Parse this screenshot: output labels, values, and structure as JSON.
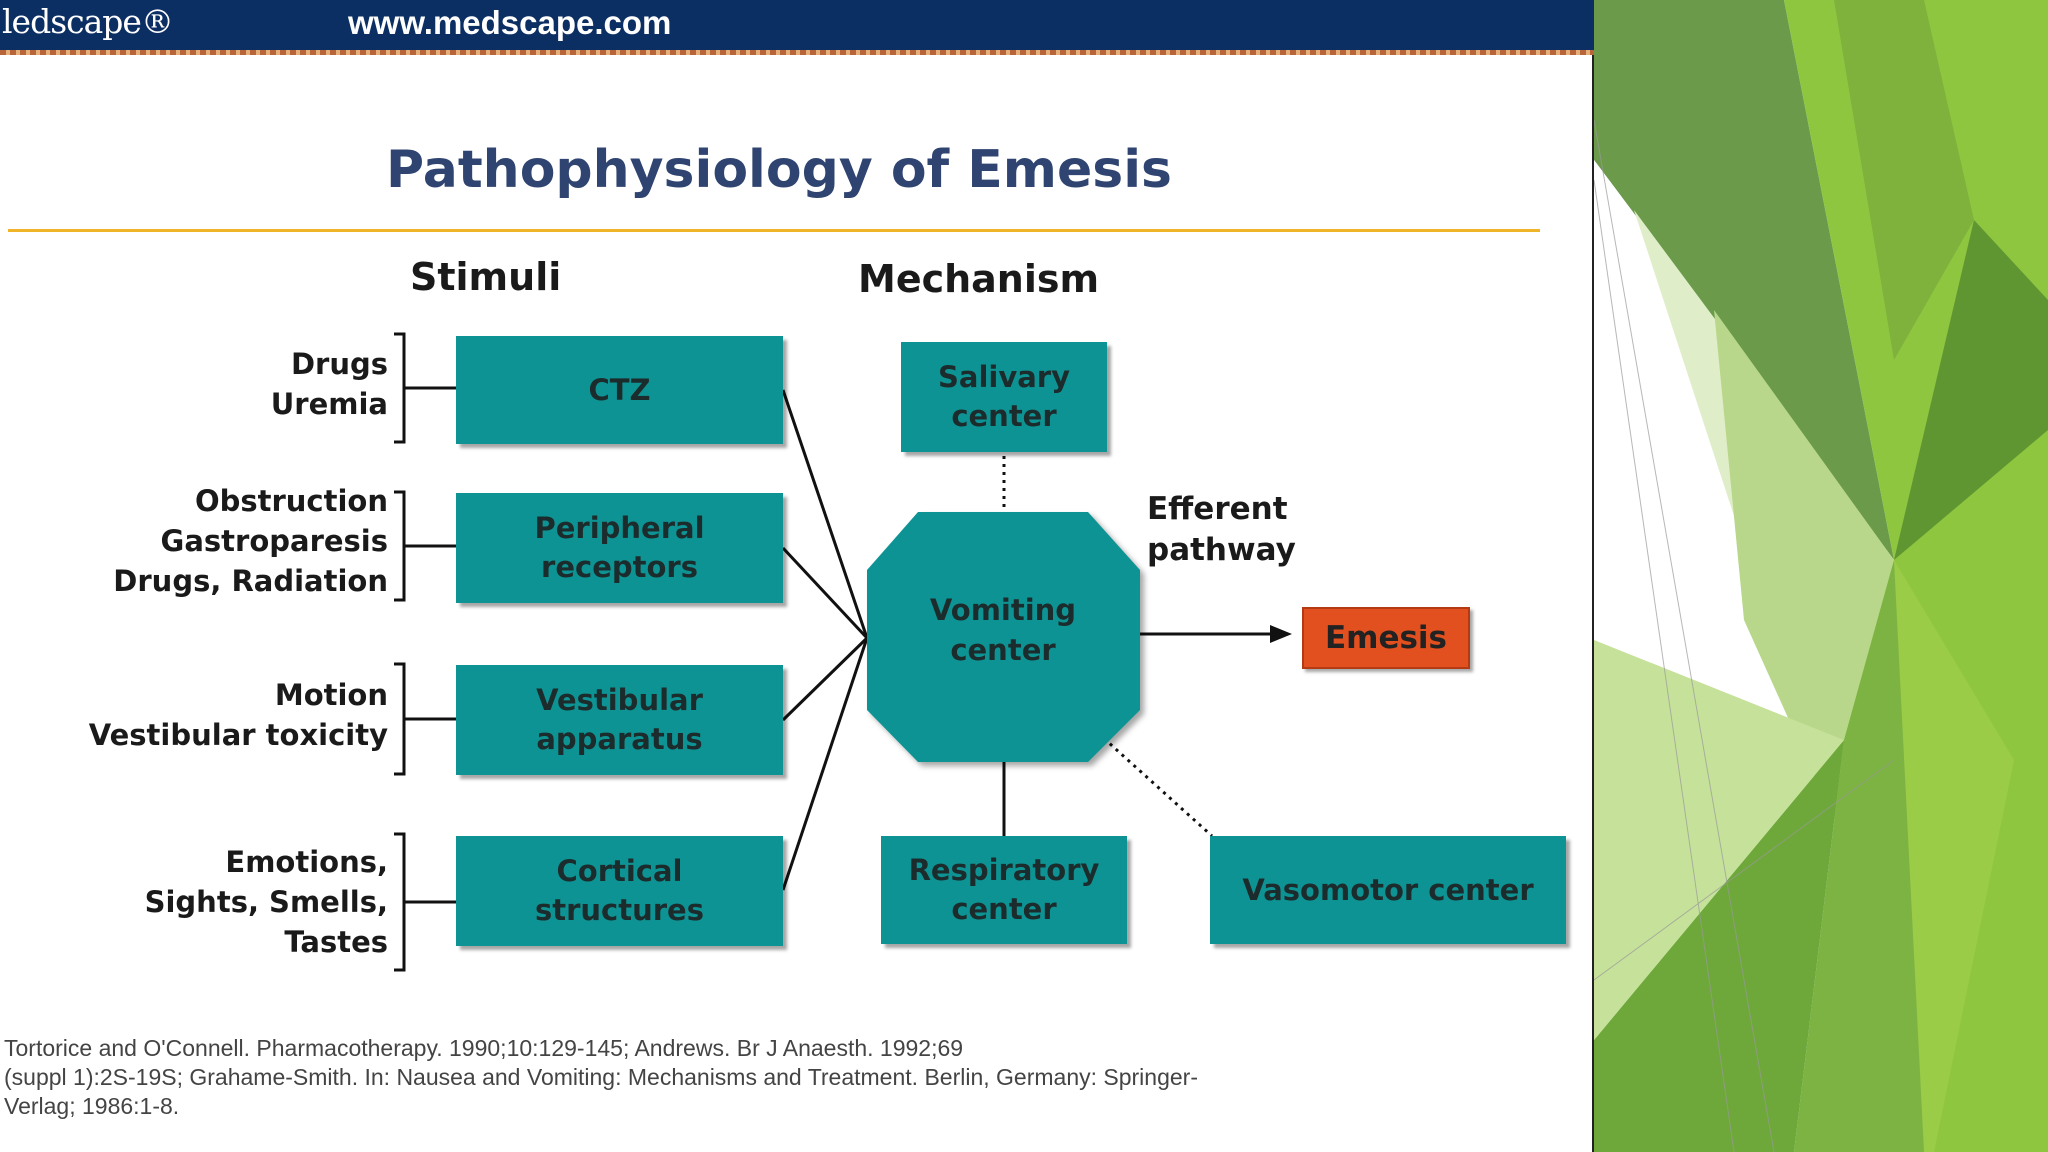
{
  "header": {
    "logo": "ledscape®",
    "url": "www.medscape.com"
  },
  "diagram": {
    "title": "Pathophysiology of Emesis",
    "col_stimuli": "Stimuli",
    "col_mechanism": "Mechanism",
    "stimuli": [
      {
        "lines": [
          "Drugs",
          "Uremia"
        ]
      },
      {
        "lines": [
          "Obstruction",
          "Gastroparesis",
          "Drugs, Radiation"
        ]
      },
      {
        "lines": [
          "Motion",
          "Vestibular toxicity"
        ]
      },
      {
        "lines": [
          "Emotions,",
          "Sights, Smells,",
          "Tastes"
        ]
      }
    ],
    "receptors": [
      {
        "lines": [
          "CTZ"
        ]
      },
      {
        "lines": [
          "Peripheral",
          "receptors"
        ]
      },
      {
        "lines": [
          "Vestibular",
          "apparatus"
        ]
      },
      {
        "lines": [
          "Cortical",
          "structures"
        ]
      }
    ],
    "salivary": [
      "Salivary",
      "center"
    ],
    "vomiting": [
      "Vomiting",
      "center"
    ],
    "respiratory": [
      "Respiratory",
      "center"
    ],
    "vasomotor": "Vasomotor center",
    "efferent": [
      "Efferent",
      "pathway"
    ],
    "emesis": "Emesis",
    "colors": {
      "teal": "#0e9394",
      "emesis": "#e2501f",
      "title": "#2f4470",
      "rule": "#f0b429"
    }
  },
  "citation": {
    "lines": [
      "Tortorice and O'Connell. Pharmacotherapy. 1990;10:129-145; Andrews. Br J Anaesth. 1992;69",
      "(suppl 1):2S-19S; Grahame-Smith. In: Nausea and Vomiting: Mechanisms and Treatment. Berlin, Germany: Springer-",
      "Verlag; 1986:1-8."
    ]
  }
}
